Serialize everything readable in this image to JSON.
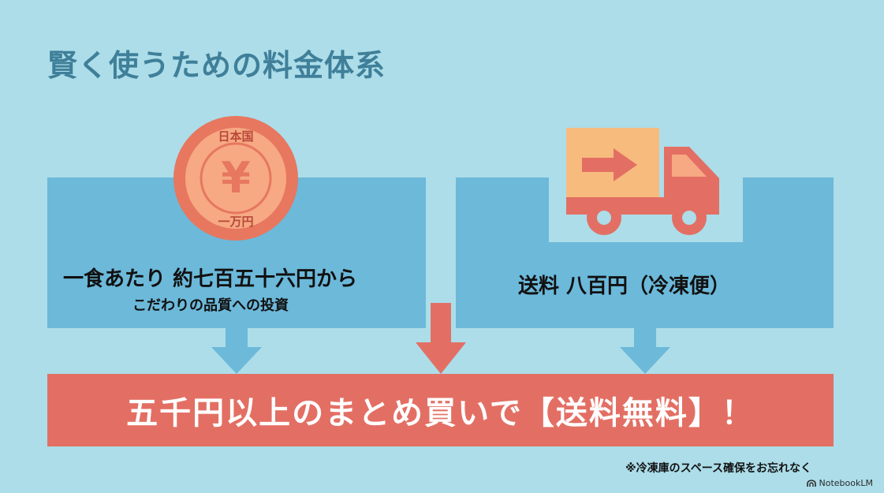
{
  "title": "賢く使うための料金体系",
  "left": {
    "main": "一食あたり 約七百五十六円から",
    "sub": "こだわりの品質への投資",
    "coin": {
      "symbol": "¥",
      "ring_top": "日本国",
      "ring_bottom": "一万円"
    }
  },
  "right": {
    "main": "送料 八百円（冷凍便）"
  },
  "banner": {
    "text": "五千円以上のまとめ買いで【送料無料】！"
  },
  "note": "※冷凍庫のスペース確保をお忘れなく",
  "brand": "NotebookLM",
  "colors": {
    "background": "#acdde9",
    "panel": "#6cb9da",
    "accent": "#e36f64",
    "coin_outer": "#e7775f",
    "coin_inner": "#f6a983",
    "truck_box": "#f7bb7e",
    "title": "#3f7f99"
  },
  "icons": [
    "coin-icon",
    "truck-icon",
    "arrow-down-icon",
    "notebooklm-logo-icon"
  ]
}
